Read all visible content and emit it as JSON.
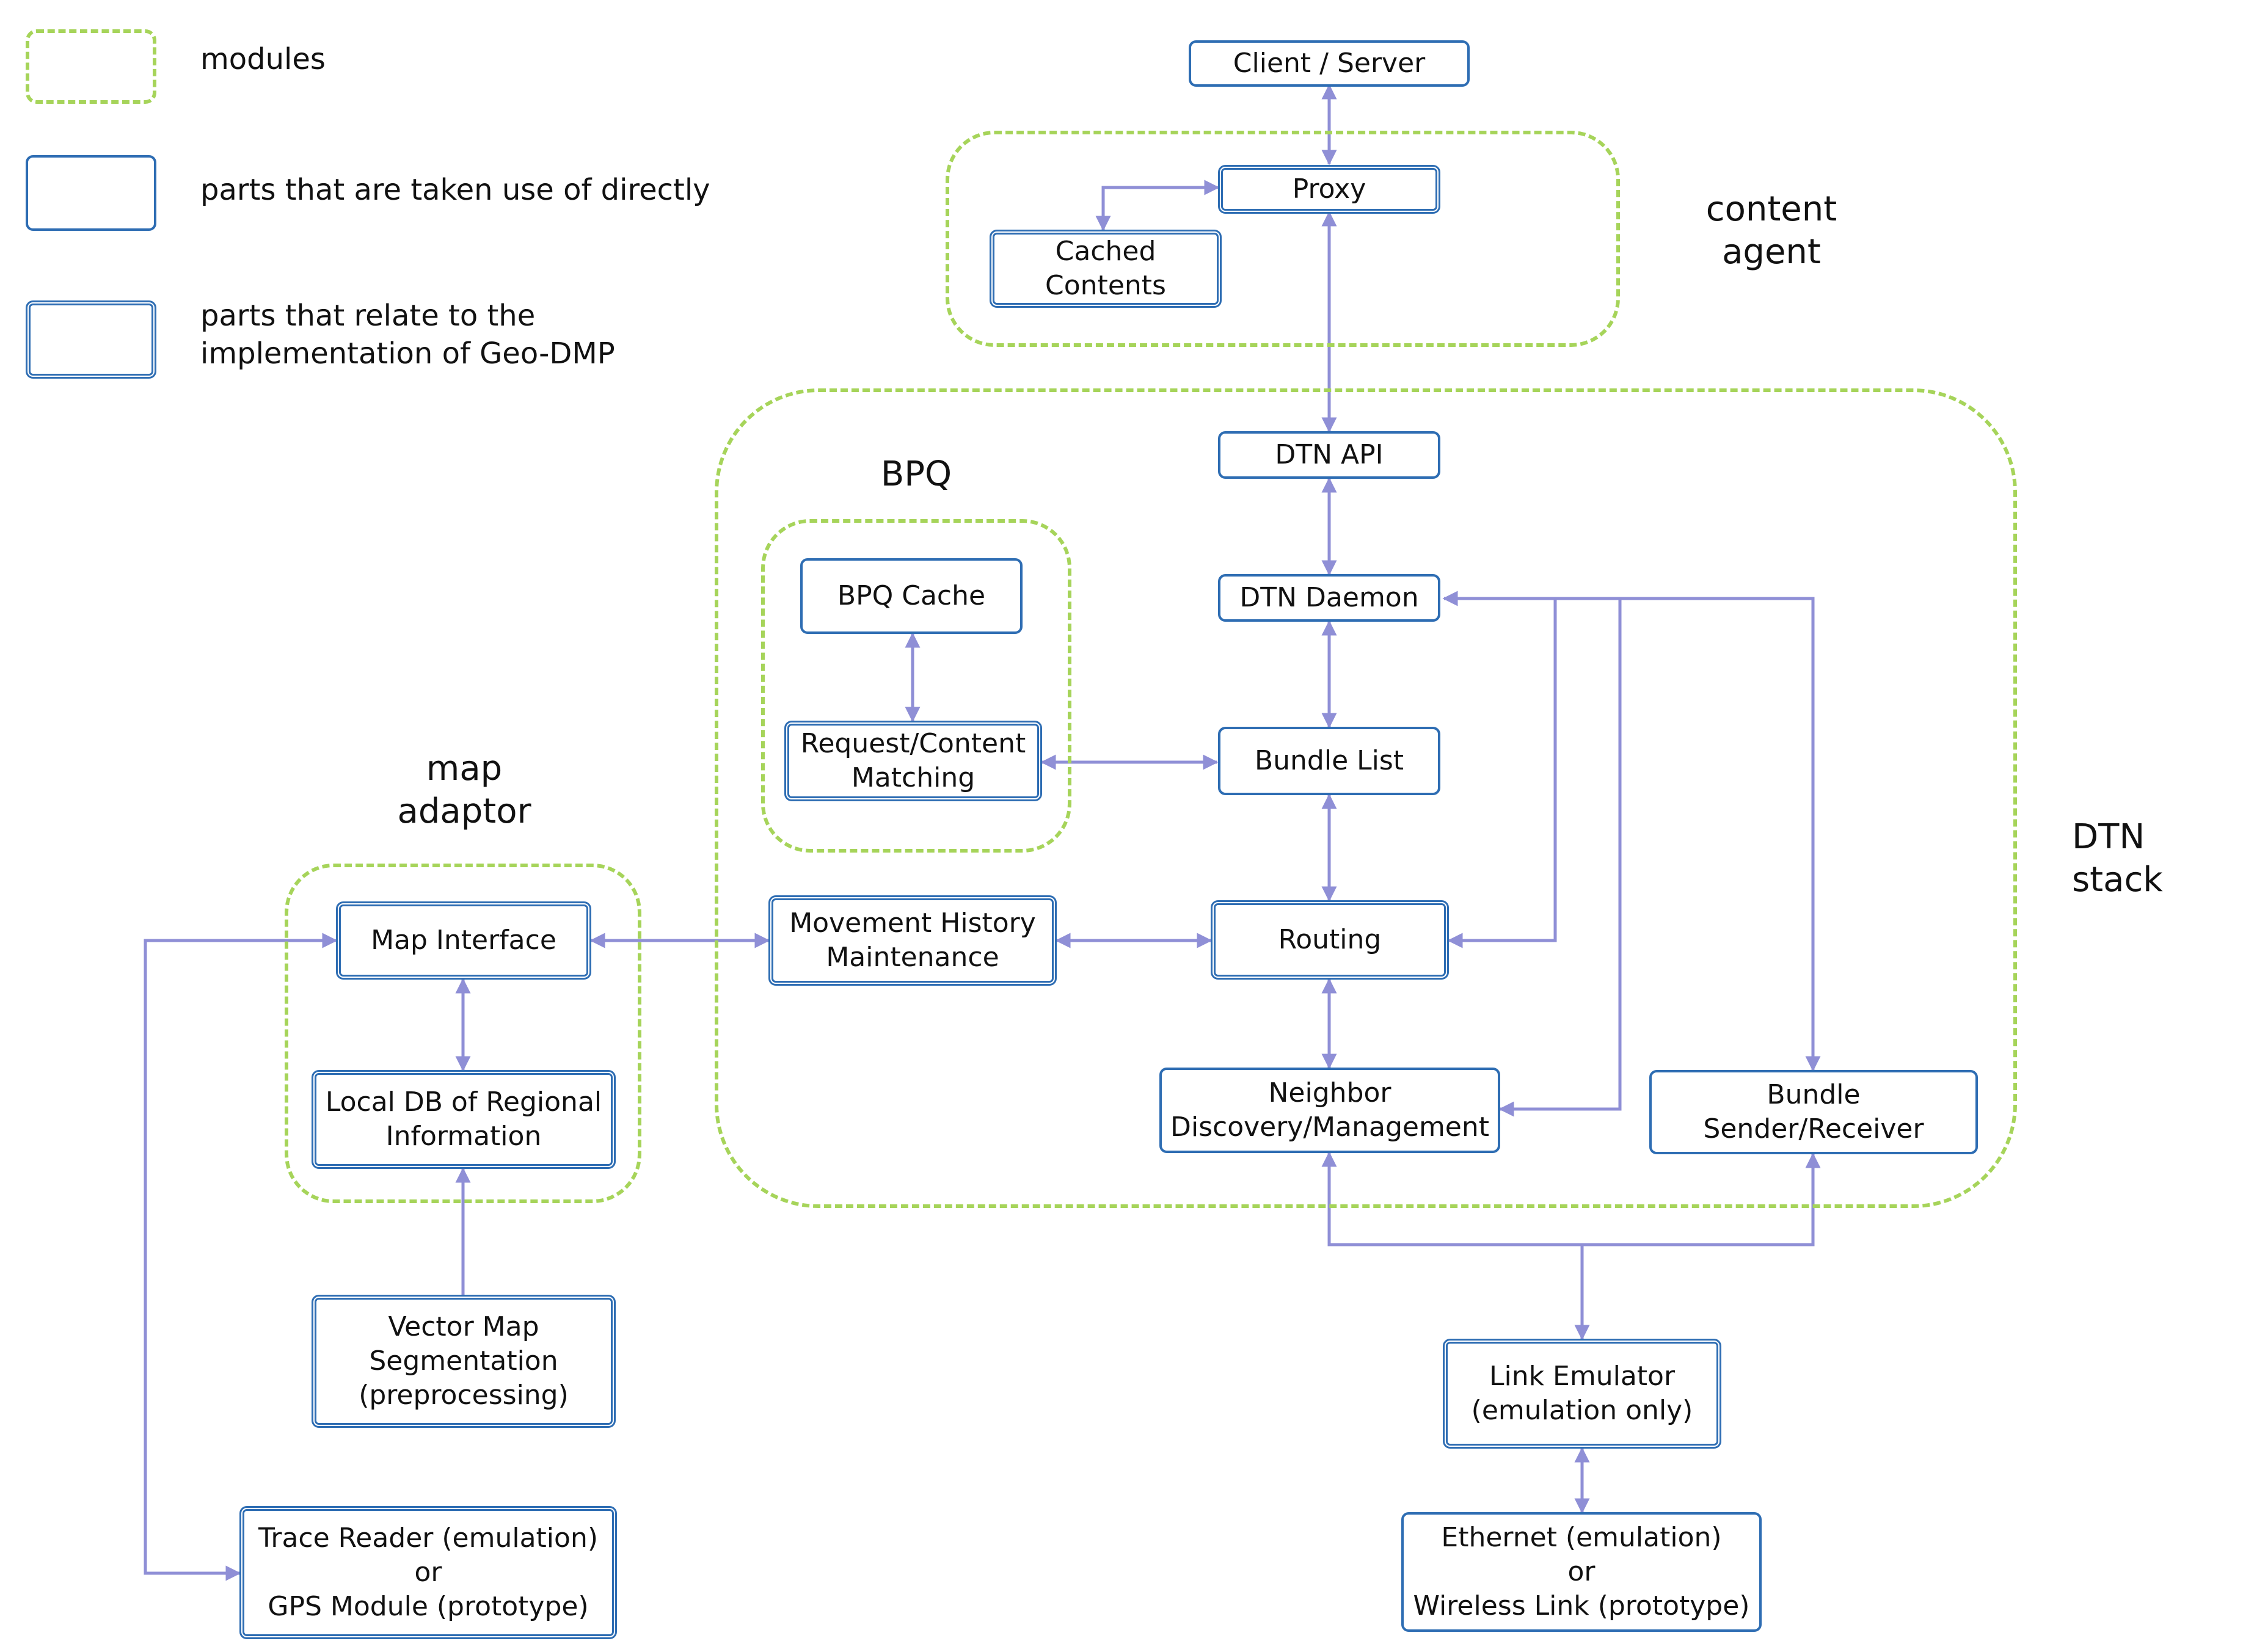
{
  "legend": {
    "modules": "modules",
    "direct": "parts that are taken use of directly",
    "geo": "parts that relate to the\nimplementation of Geo-DMP"
  },
  "modules": {
    "content_agent": "content\nagent",
    "dtn_stack": "DTN stack",
    "bpq": "BPQ",
    "map_adaptor": "map\nadaptor"
  },
  "components": {
    "client_server": "Client / Server",
    "proxy": "Proxy",
    "cached_contents": "Cached\nContents",
    "dtn_api": "DTN API",
    "dtn_daemon": "DTN Daemon",
    "bpq_cache": "BPQ Cache",
    "request_matching": "Request/Content\nMatching",
    "bundle_list": "Bundle List",
    "routing": "Routing",
    "movement_history": "Movement History\nMaintenance",
    "map_interface": "Map Interface",
    "local_db": "Local DB of Regional\nInformation",
    "vector_map": "Vector Map\nSegmentation\n(preprocessing)",
    "trace_reader": "Trace Reader (emulation)\nor\nGPS Module (prototype)",
    "neighbor": "Neighbor\nDiscovery/Management",
    "bundle_sender": "Bundle\nSender/Receiver",
    "link_emulator": "Link Emulator\n(emulation only)",
    "ethernet": "Ethernet (emulation)\nor\nWireless Link (prototype)"
  },
  "colors": {
    "module_border": "#a6d45a",
    "box_border": "#2e6db3",
    "connector": "#8f8fd6"
  }
}
